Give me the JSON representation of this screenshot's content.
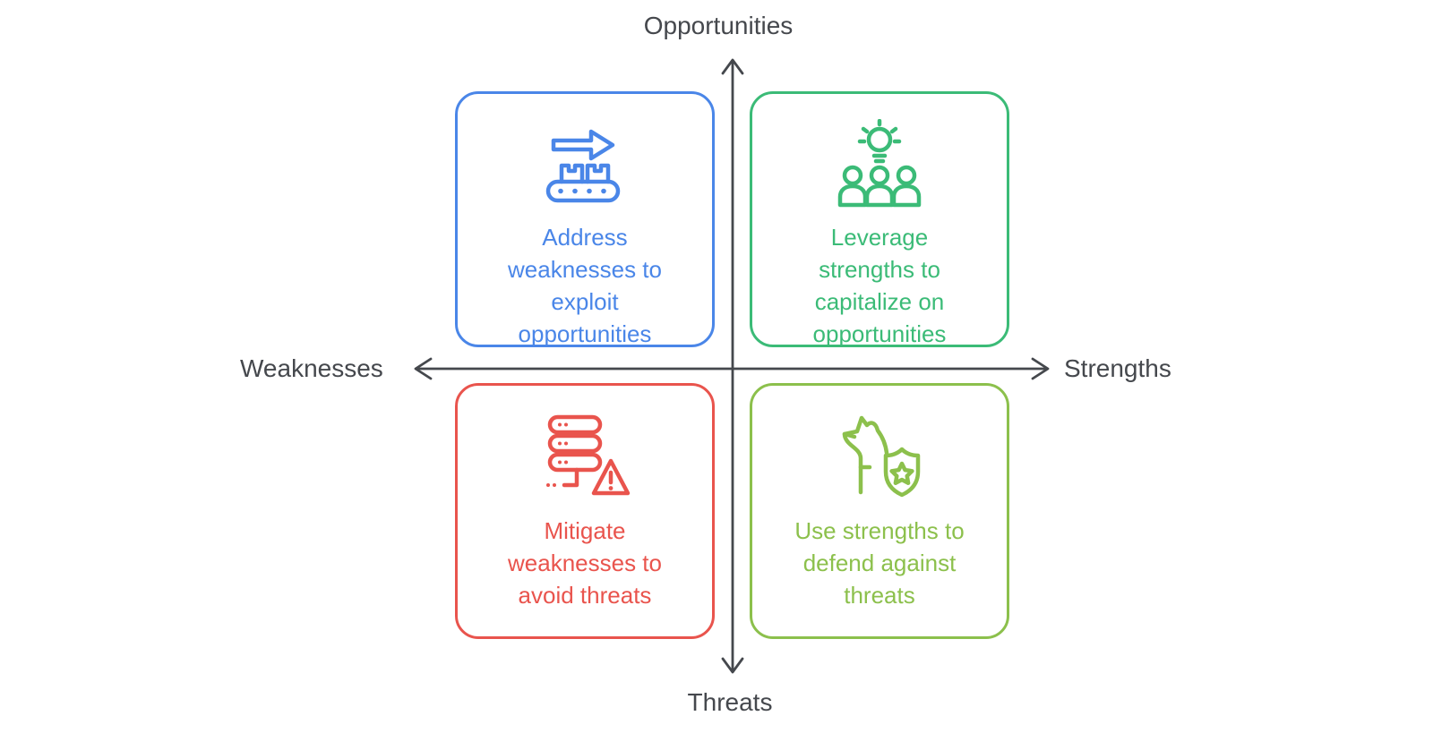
{
  "title": "SWOT analysis quadrant diagram",
  "axes": {
    "top_label": "Opportunities",
    "bottom_label": "Threats",
    "left_label": "Weaknesses",
    "right_label": "Strengths"
  },
  "quadrants": {
    "top_left": {
      "text": "Address\nweaknesses to\nexploit\nopportunities",
      "icon": "conveyor-arrow-icon",
      "color": "#4A86E8"
    },
    "top_right": {
      "text": "Leverage\nstrengths to\ncapitalize on\nopportunities",
      "icon": "idea-team-icon",
      "color": "#3BBB77"
    },
    "bottom_left": {
      "text": "Mitigate\nweaknesses to\navoid threats",
      "icon": "server-warning-icon",
      "color": "#E9544D"
    },
    "bottom_right": {
      "text": "Use strengths to\ndefend against\nthreats",
      "icon": "guard-dog-shield-icon",
      "color": "#8CC04C"
    }
  },
  "colors": {
    "blue": "#4A86E8",
    "green": "#3BBB77",
    "red": "#E9544D",
    "olive": "#8CC04C",
    "axis": "#45484D",
    "background": "#FFFFFF"
  }
}
